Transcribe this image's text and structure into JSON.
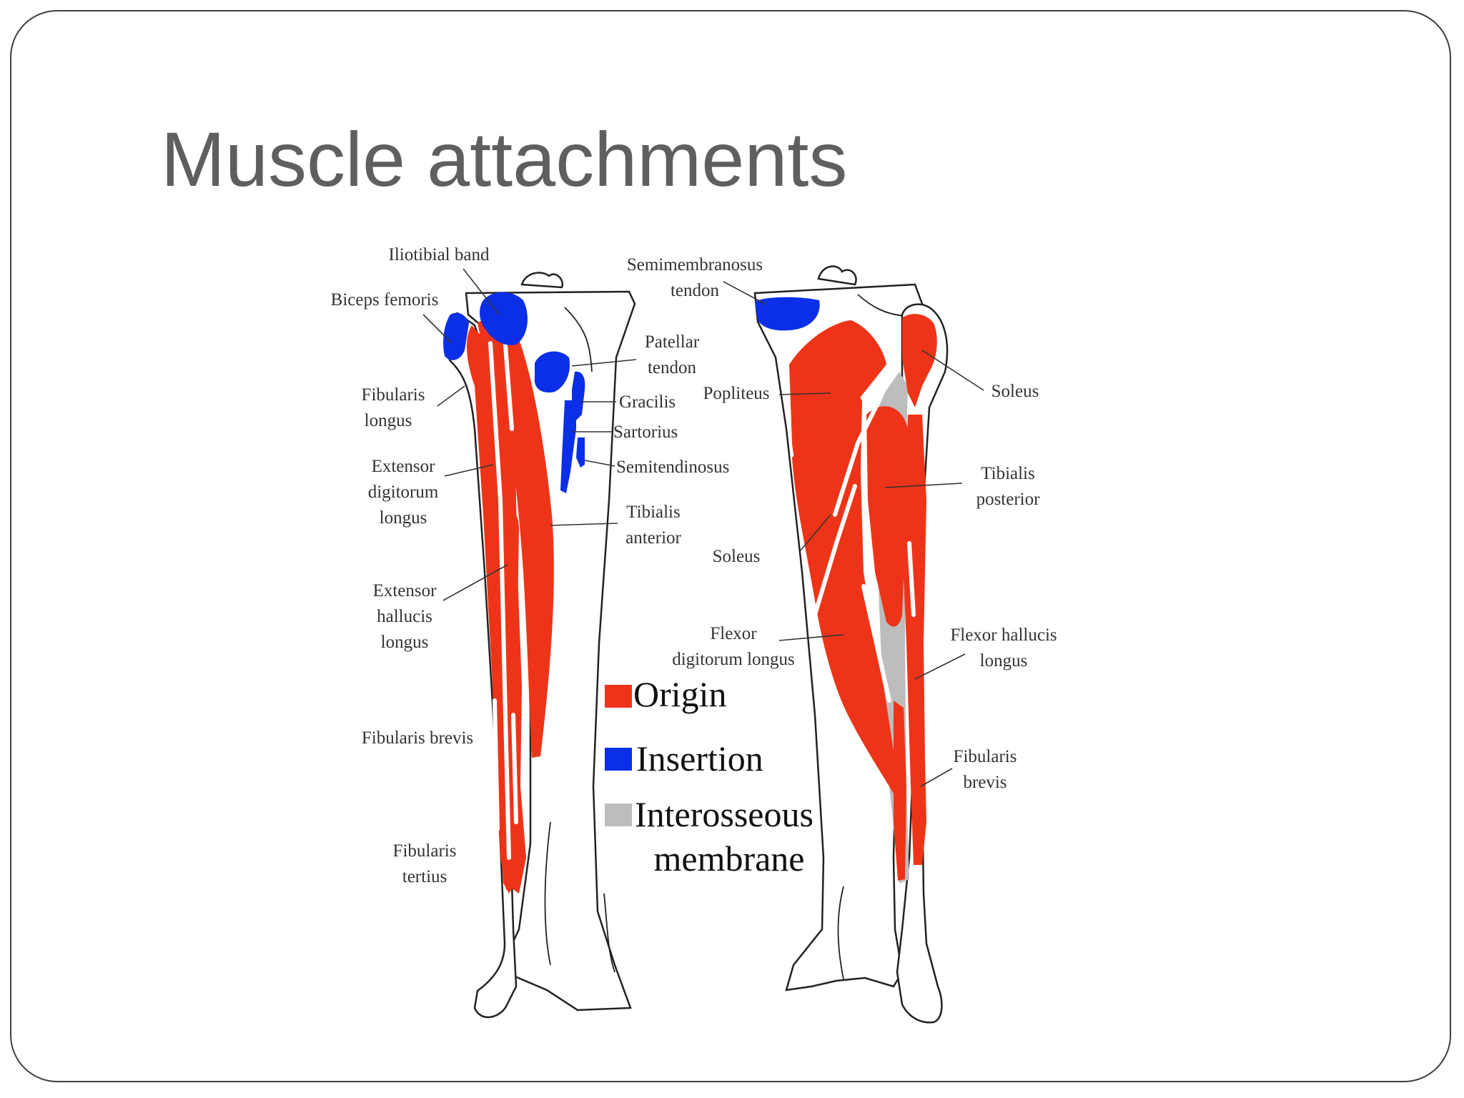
{
  "slide": {
    "title": "Muscle attachments"
  },
  "colors": {
    "origin": "#ee3418",
    "insertion": "#0a2fe6",
    "interosseous": "#bdbdbd",
    "title": "#5f5f5f",
    "frame": "#3f3f3f"
  },
  "diagram": {
    "anterior_labels": {
      "iliotibial_band": "Iliotibial band",
      "biceps_femoris": "Biceps femoris",
      "fibularis_longus_1": "Fibularis",
      "fibularis_longus_2": "longus",
      "edl_1": "Extensor",
      "edl_2": "digitorum",
      "edl_3": "longus",
      "ehl_1": "Extensor",
      "ehl_2": "hallucis",
      "ehl_3": "longus",
      "fibularis_brevis": "Fibularis brevis",
      "fibularis_tertius_1": "Fibularis",
      "fibularis_tertius_2": "tertius",
      "patellar_tendon_1": "Patellar",
      "patellar_tendon_2": "tendon",
      "gracilis": "Gracilis",
      "sartorius": "Sartorius",
      "semitendinosus": "Semitendinosus",
      "tibialis_anterior_1": "Tibialis",
      "tibialis_anterior_2": "anterior"
    },
    "posterior_labels": {
      "semimembranosus_1": "Semimembranosus",
      "semimembranosus_2": "tendon",
      "popliteus": "Popliteus",
      "soleus_left": "Soleus",
      "fdl_1": "Flexor",
      "fdl_2": "digitorum longus",
      "soleus_right": "Soleus",
      "tibialis_posterior_1": "Tibialis",
      "tibialis_posterior_2": "posterior",
      "fhl_1": "Flexor hallucis",
      "fhl_2": "longus",
      "fibularis_brevis_1": "Fibularis",
      "fibularis_brevis_2": "brevis"
    },
    "legend": {
      "origin": "Origin",
      "insertion": "Insertion",
      "interosseous_1": "Interosseous",
      "interosseous_2": "membrane"
    }
  }
}
